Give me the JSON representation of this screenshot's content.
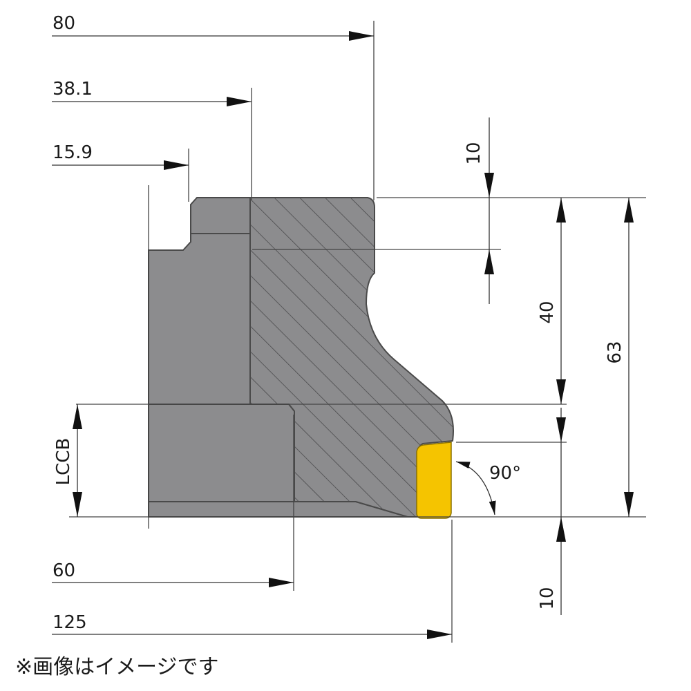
{
  "dimensions": {
    "d80": "80",
    "d38_1": "38.1",
    "d15_9": "15.9",
    "d60": "60",
    "d125": "125",
    "h10_top": "10",
    "h40": "40",
    "h63": "63",
    "h10_bottom": "10",
    "lccb": "LCCB",
    "angle": "90°"
  },
  "note": "※画像はイメージです",
  "colors": {
    "body_gray": "#8c8c8e",
    "insert_yellow": "#f5c400",
    "hatch": "#5a5a5c"
  }
}
